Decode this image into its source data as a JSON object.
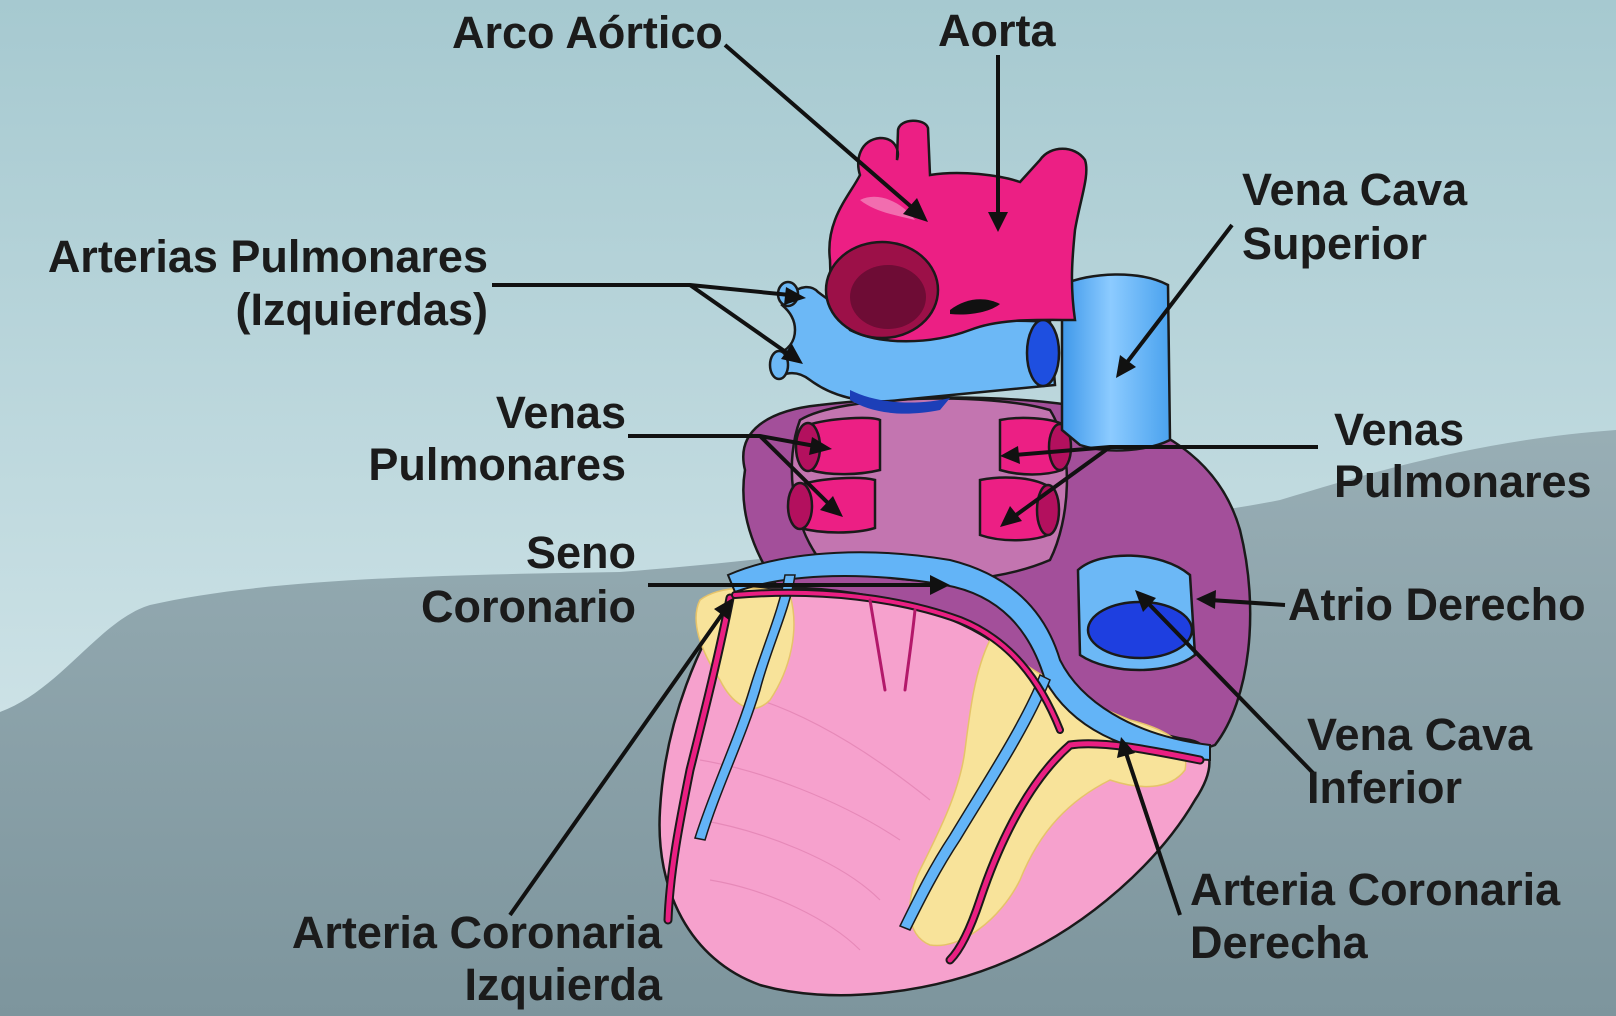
{
  "labels": {
    "arco_aortico": "Arco Aórtico",
    "aorta": "Aorta",
    "vena_cava_superior": [
      "Vena Cava",
      "Superior"
    ],
    "arterias_pulmonares_izq": [
      "Arterias Pulmonares",
      "(Izquierdas)"
    ],
    "venas_pulmonares_izq": [
      "Venas",
      "Pulmonares"
    ],
    "venas_pulmonares_der": [
      "Venas",
      "Pulmonares"
    ],
    "seno_coronario": [
      "Seno",
      "Coronario"
    ],
    "atrio_derecho": "Atrio Derecho",
    "vena_cava_inferior": [
      "Vena Cava",
      "Inferior"
    ],
    "arteria_coronaria_derecha": [
      "Arteria Coronaria",
      "Derecha"
    ],
    "arteria_coronaria_izquierda": [
      "Arteria Coronaria",
      "Izquierda"
    ]
  },
  "colors": {
    "background_top": "#a9cdd3",
    "background_bottom": "#d9ebee",
    "ground": "#8fa6ae",
    "artery_red": "#ec1f84",
    "vein_blue": "#63b4f7",
    "ventricle_pink": "#f7a3cf",
    "atrium_purple": "#a9519f",
    "fat_yellow": "#f8e39a"
  }
}
